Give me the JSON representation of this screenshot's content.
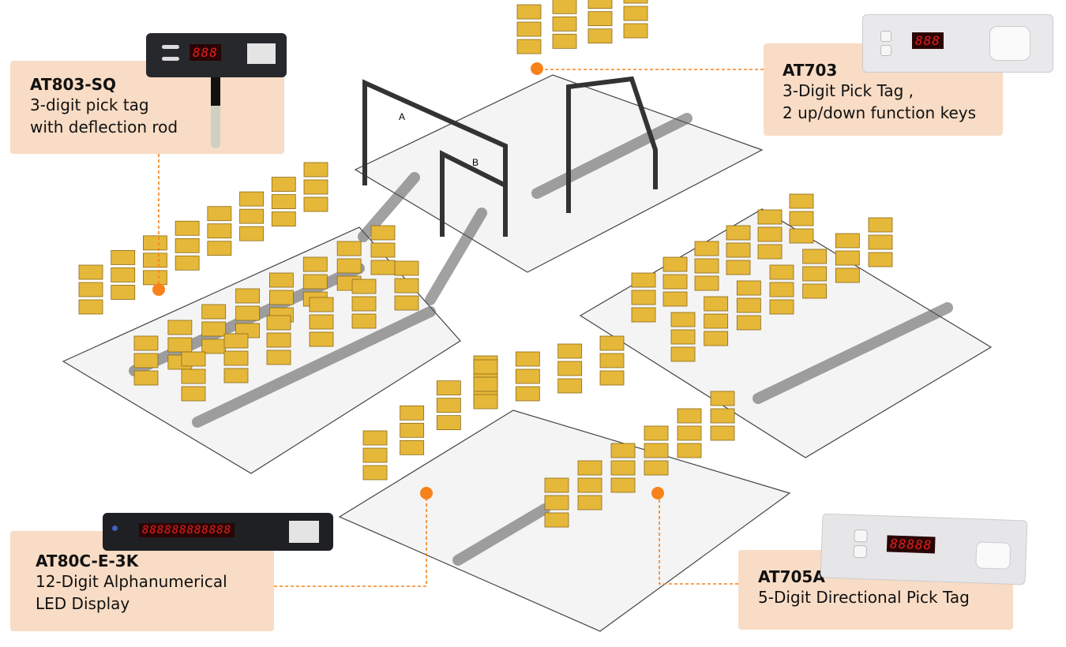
{
  "callouts": [
    {
      "model": "AT803-SQ",
      "lines": [
        "3-digit pick tag",
        "with deflection rod"
      ],
      "display": "888"
    },
    {
      "model": "AT703",
      "lines": [
        "3-Digit Pick Tag ,",
        "2 up/down function keys"
      ],
      "display": "888"
    },
    {
      "model": "AT80C-E-3K",
      "lines": [
        "12-Digit Alphanumerical",
        "LED Display"
      ],
      "display": "888888888888"
    },
    {
      "model": "AT705A",
      "lines": [
        "5-Digit Directional Pick Tag"
      ],
      "display": "88888"
    }
  ],
  "gates": [
    "A",
    "B"
  ],
  "colors": {
    "accent": "#f7821b",
    "label_bg": "#f8dcc5",
    "shelf": "#e6b83a"
  }
}
